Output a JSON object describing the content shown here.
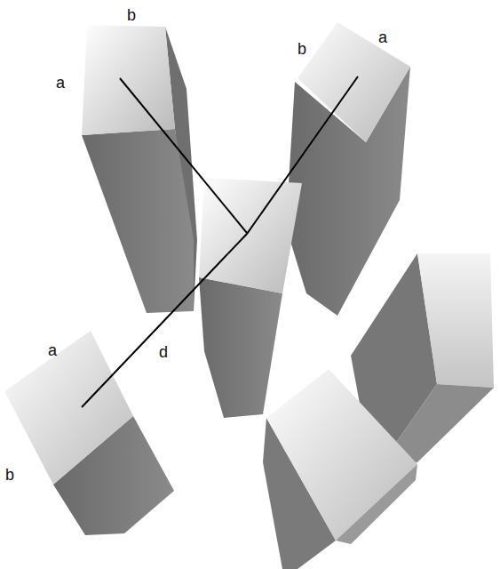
{
  "diagram": {
    "labels": [
      "b",
      "b",
      "a",
      "a",
      "a",
      "d",
      "b"
    ]
  }
}
